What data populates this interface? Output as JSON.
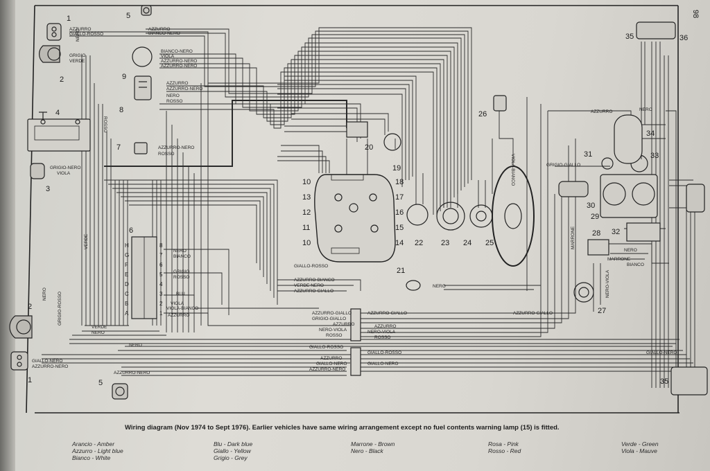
{
  "page_number": "98",
  "caption": "Wiring diagram (Nov 1974 to Sept 1976). Earlier vehicles have same wiring arrangement except no fuel contents warning lamp (15) is fitted.",
  "legend": [
    [
      "Arancio - Amber",
      "Azzurro - Light blue",
      "Bianco - White"
    ],
    [
      "Blu - Dark blue",
      "Giallo - Yellow",
      "Grigio - Grey"
    ],
    [
      "Marrone - Brown",
      "Nero - Black"
    ],
    [
      "Rosa - Pink",
      "Rosso - Red"
    ],
    [
      "Verde - Green",
      "Viola - Mauve"
    ]
  ],
  "component_numbers": [
    "1",
    "2",
    "3",
    "4",
    "5",
    "6",
    "7",
    "8",
    "9",
    "10",
    "11",
    "12",
    "13",
    "14",
    "15",
    "16",
    "17",
    "18",
    "19",
    "20",
    "21",
    "22",
    "23",
    "24",
    "25",
    "26",
    "27",
    "28",
    "29",
    "30",
    "31",
    "32",
    "33",
    "34",
    "35",
    "36"
  ],
  "wire_labels": {
    "w1": "AZZURRO",
    "w2": "GIALLO-ROSSO",
    "w3": "AZZURRO",
    "w4": "BIANCO-NERO",
    "w5": "GRIGIO",
    "w6": "VERDE",
    "w7": "NERO",
    "w8": "BIANCO-NERO",
    "w9": "VIOLA",
    "w10": "AZZURRO-NERO",
    "w11": "AZZURRO-NERO",
    "w12": "AZZURRO",
    "w13": "AZZURRO-NERO",
    "w14": "NERO",
    "w15": "ROSSO",
    "w16": "AZZURRO-NERO",
    "w17": "ROSSO",
    "w18": "GRIGIO-NERO",
    "w19": "VIOLA",
    "w20": "NERO",
    "w21": "BIANCO",
    "w22": "GRIGIO",
    "w23": "ROSSO",
    "w24": "BLU",
    "w25": "VIOLA",
    "w26": "VIOLA-BIANCO",
    "w27": "AZZURRO",
    "w28": "VERDE",
    "w29": "NERO",
    "w30": "GIALLO-NERO",
    "w31": "AZZURRO-NERO",
    "w32": "GIALLO-ROSSO",
    "w33": "AZZURRO-BIANCO",
    "w34": "VERDE NERO",
    "w35": "AZZURRO-GIALLO",
    "w36": "AZZURRO-GIALLO",
    "w37": "GRIGIO-GIALLO",
    "w38": "AZZURRO",
    "w39": "NERO-VIOLA",
    "w40": "ROSSO",
    "w41": "GIALLO-ROSSO",
    "w42": "AZZURRO",
    "w43": "GIALLO-NERO",
    "w44": "AZZURRO-NERO",
    "w45": "AZZURRO-GIALLO",
    "w46": "AZZURRO",
    "w47": "NERO-VIOLA",
    "w48": "ROSSO",
    "w49": "GIALLO-ROSSO",
    "w50": "GIALLO-NERO",
    "w51": "AZZURRO-GIALLO",
    "w52": "NERO",
    "w53": "AZZURRO",
    "w54": "GRIGIO-GIALLO",
    "w55": "NERO",
    "w56": "MARRONE",
    "w57": "NERO",
    "w58": "MARRONE",
    "w59": "BIANCO",
    "w60": "NERO-VIOLA",
    "w61": "VIOLA-BIANCO",
    "w62": "AZZURRO-NERO",
    "w63": "ROSSO",
    "w64": "NERO",
    "w65": "GIALLO-NERO",
    "w66": "VERDE",
    "w67": "NERO",
    "w68": "GRIGIO-ROSSO"
  },
  "fuse_letters": [
    "A",
    "B",
    "C",
    "D",
    "E",
    "F",
    "G",
    "H"
  ],
  "fuse_numbers": [
    "1",
    "2",
    "3",
    "4",
    "5",
    "6",
    "7",
    "8"
  ]
}
